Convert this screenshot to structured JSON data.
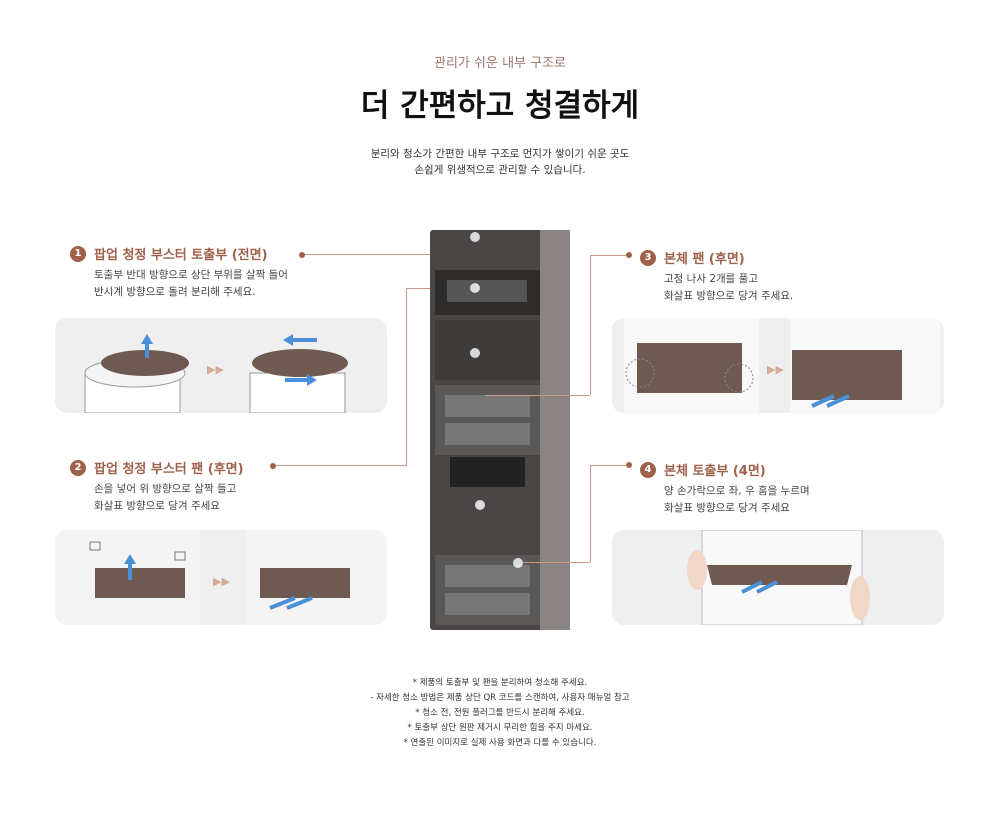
{
  "header": {
    "eyebrow": "관리가 쉬운 내부 구조로",
    "title": "더 간편하고 청결하게",
    "desc": [
      "분리와 청소가 간편한 내부 구조로 먼지가 쌓이기 쉬운 곳도",
      "손쉽게 위생적으로 관리할 수 있습니다."
    ]
  },
  "sections": [
    {
      "num": "1",
      "title": "팝업 청정 부스터 토출부 (전면)",
      "desc": [
        "토출부 반대 방향으로 상단 부위를 살짝 들어",
        "반시계 방향으로 돌려 분리해 주세요."
      ]
    },
    {
      "num": "2",
      "title": "팝업 청정 부스터 팬 (후면)",
      "desc": [
        "손을 넣어 위 방향으로 살짝 들고",
        "화살표 방향으로 당겨 주세요"
      ]
    },
    {
      "num": "3",
      "title": "본체 팬 (후면)",
      "desc": [
        "고정 나사 2개를 풀고",
        "화살표 방향으로 당겨 주세요."
      ]
    },
    {
      "num": "4",
      "title": "본체 토출부 (4면)",
      "desc": [
        "양 손가락으로 좌, 우 홈을 누르며",
        "화살표 방향으로 당겨 주세요"
      ]
    }
  ],
  "step_arrow": "▶▶",
  "footnotes": [
    "* 제품의 토출부 및 팬을 분리하여 청소해 주세요.",
    "- 자세한 청소 방법은 제품 상단 QR 코드를 스캔하여, 사용자 매뉴얼 참고",
    "* 청소 전, 전원 플러그를 반드시 분리해 주세요.",
    "* 토출부 상단 원판 제거시 무리한 힘을 주지 마세요.",
    "* 연출된 이미지로 실제 사용 화면과 다를 수 있습니다."
  ],
  "colors": {
    "accent": "#a0614a",
    "panel": "#efefef",
    "part": "#6e5a50",
    "arrow": "#4a90d9"
  }
}
